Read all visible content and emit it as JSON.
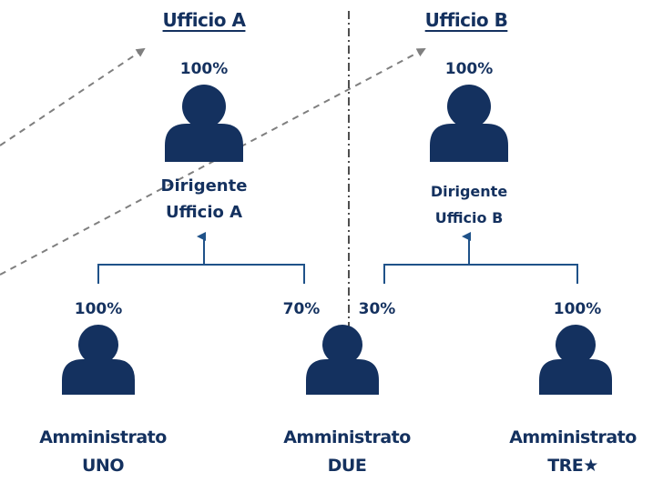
{
  "colors": {
    "navy": "#14315f",
    "connector": "#1f5289",
    "dash": "#7f7f7f",
    "divider": "#222222"
  },
  "offices": [
    {
      "title": "Ufficio A"
    },
    {
      "title": "Ufficio B"
    }
  ],
  "managers": [
    {
      "percent": "100%",
      "line1": "Dirigente",
      "line2": "Ufficio A"
    },
    {
      "percent": "100%",
      "line1": "Dirigente",
      "line2": "Ufficio B"
    }
  ],
  "employees": [
    {
      "percent": "100%",
      "line1": "Amministrato",
      "line2": "UNO"
    },
    {
      "percent_a": "70%",
      "percent_b": "30%",
      "line1": "Amministrato",
      "line2": "DUE"
    },
    {
      "percent": "100%",
      "line1": "Amministrato",
      "line2": "TRE★"
    }
  ]
}
